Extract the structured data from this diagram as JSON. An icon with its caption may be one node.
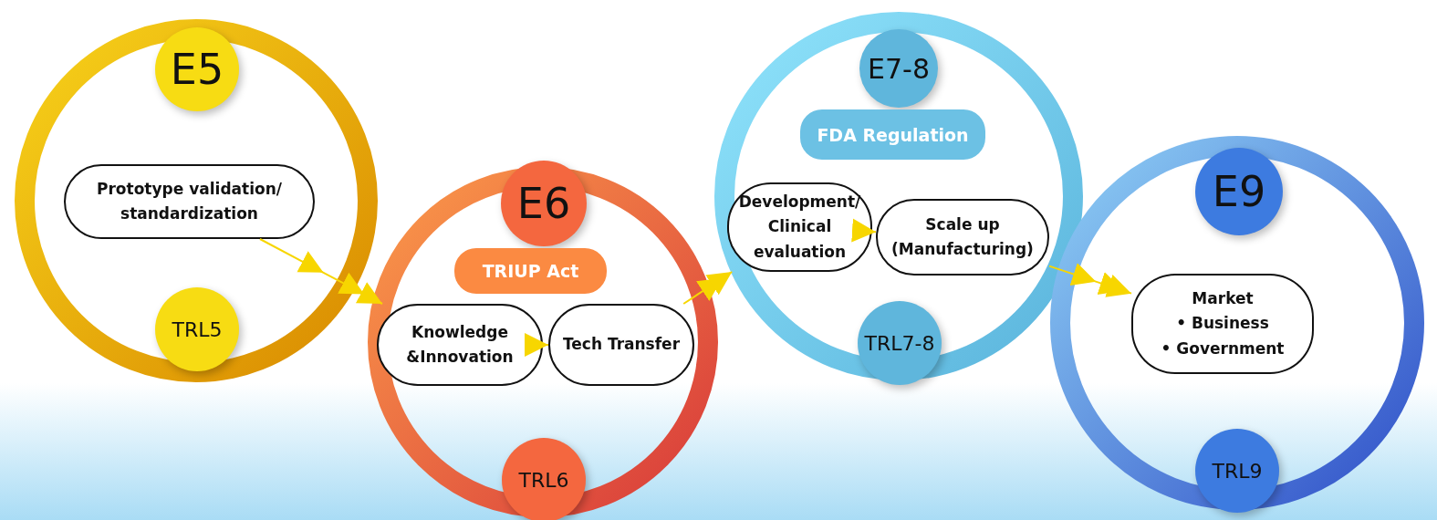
{
  "diagram": {
    "nodes": [
      {
        "text": [],
        "shape": "circle"
      },
      {
        "text": [
          "E5"
        ],
        "in": 0
      },
      {
        "text": [
          "Prototype validation/ standardization"
        ],
        "in": 0
      },
      {
        "text": [
          "TRL5"
        ],
        "in": 0
      },
      {
        "text": [],
        "shape": "circle"
      },
      {
        "text": [
          "E6"
        ],
        "in": 4
      },
      {
        "text": [
          "TRIUP Act"
        ],
        "in": 4
      },
      {
        "text": [
          "Knowledge &Innovation"
        ],
        "in": 4
      },
      {
        "text": [
          "Tech Transfer"
        ],
        "in": 4
      },
      {
        "text": [
          "TRL6"
        ],
        "in": 4
      },
      {
        "text": [],
        "shape": "circle"
      },
      {
        "text": [
          "E7-8"
        ],
        "in": 10
      },
      {
        "text": [
          "FDA Regulation"
        ],
        "in": 10
      },
      {
        "text": [
          "Development/ Clinical evaluation"
        ],
        "in": 10
      },
      {
        "text": [
          "Scale up (Manufacturing)"
        ],
        "in": 10
      },
      {
        "text": [
          "TRL7-8"
        ],
        "in": 10
      },
      {
        "text": [],
        "shape": "circle"
      },
      {
        "text": [
          "E9"
        ],
        "in": 16
      },
      {
        "text": [
          "Market",
          "• Business",
          "• Government"
        ],
        "in": 16
      },
      {
        "text": [
          "TRL9"
        ],
        "in": 16
      }
    ],
    "edges": [
      {
        "from": 2,
        "to": 7,
        "arrow": "to"
      },
      {
        "from": 7,
        "to": 8,
        "arrow": "to"
      },
      {
        "from": 8,
        "to": 13,
        "arrow": "to"
      },
      {
        "from": 13,
        "to": 14,
        "arrow": "to"
      },
      {
        "from": 14,
        "to": 18,
        "arrow": "to"
      }
    ]
  }
}
